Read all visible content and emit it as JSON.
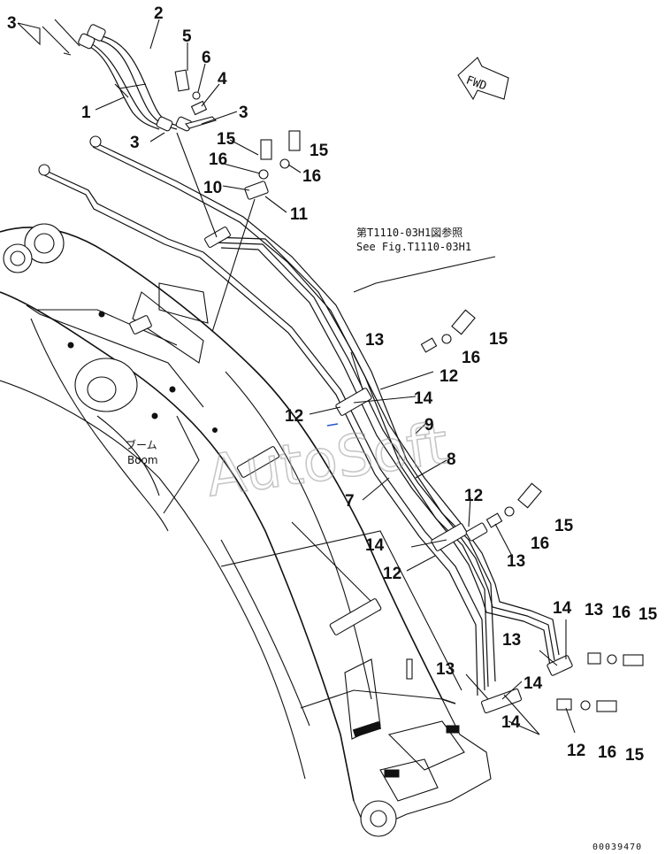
{
  "reference_note": {
    "line1": "第T1110-03H1図参照",
    "line2": "See Fig.T1110-03H1"
  },
  "boom_label": {
    "jp": "ブーム",
    "en": "Boom"
  },
  "fwd_label": "FWD",
  "watermark": "AutoSoft",
  "doc_id": "00039470",
  "callouts": {
    "c3a": "3",
    "c2": "2",
    "c5": "5",
    "c6": "6",
    "c4": "4",
    "c1": "1",
    "c3b": "3",
    "c3c": "3",
    "c15a": "15",
    "c15b": "15",
    "c16a": "16",
    "c16b": "16",
    "c10": "10",
    "c11": "11",
    "c13a": "13",
    "c15c": "15",
    "c16c": "16",
    "c12a": "12",
    "c14a": "14",
    "c12b": "12",
    "c9": "9",
    "c8": "8",
    "c7": "7",
    "c12c": "12",
    "c15d": "15",
    "c16d": "16",
    "c13b": "13",
    "c14b": "14",
    "c12d": "12",
    "c14c": "14",
    "c13c": "13",
    "c16e": "16",
    "c15e": "15",
    "c13d": "13",
    "c14d": "14",
    "c13e": "13",
    "c14e": "14",
    "c12e": "12",
    "c16f": "16",
    "c15f": "15"
  }
}
